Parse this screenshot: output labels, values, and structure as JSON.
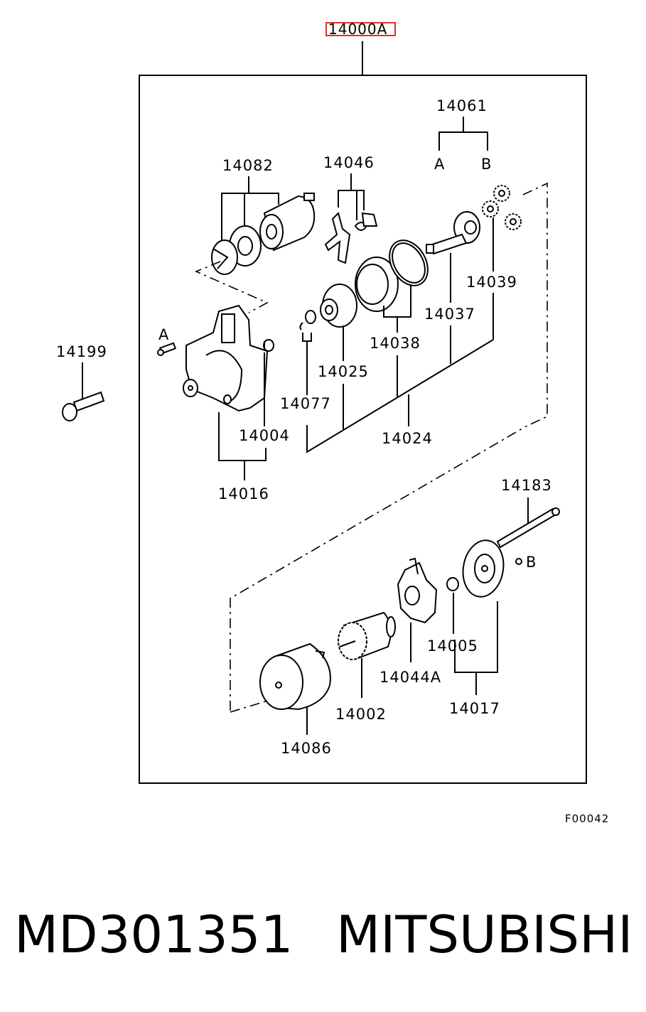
{
  "assembly": {
    "number": "14000A",
    "highlight_color": "#e0302a",
    "figure_code": "F00042"
  },
  "part_labels": {
    "p14061": "14061",
    "p14082": "14082",
    "p14046": "14046",
    "p14039": "14039",
    "p14037": "14037",
    "p14038": "14038",
    "p14025": "14025",
    "p14077": "14077",
    "p14024": "14024",
    "p14004": "14004",
    "p14016": "14016",
    "p14199": "14199",
    "p14183": "14183",
    "p14005": "14005",
    "p14044A": "14044A",
    "p14017": "14017",
    "p14002": "14002",
    "p14086": "14086"
  },
  "ref_marks": {
    "a": "A",
    "b": "B"
  },
  "footer": {
    "part_number": "MD301351",
    "brand": "MITSUBISHI"
  }
}
